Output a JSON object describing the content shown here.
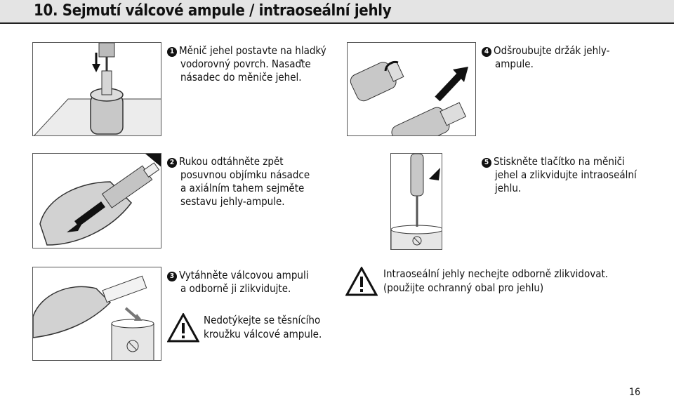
{
  "title": "10. Sejmutí válcové ampule / intraoseální jehly",
  "steps": [
    {
      "num": "1",
      "line1": "Měnič jehel postavte na hladký",
      "line2": "vodorovný povrch. Nasaďte",
      "line3": "násadec do měniče jehel."
    },
    {
      "num": "2",
      "line1": "Rukou odtáhněte zpět",
      "line2": "posuvnou objímku násadce",
      "line3": "a axiálním tahem sejměte",
      "line4": "sestavu jehly-ampule."
    },
    {
      "num": "3",
      "line1": "Vytáhněte válcovou ampuli",
      "line2": "a odborně ji zlikvidujte."
    },
    {
      "num": "4",
      "line1": "Odšroubujte držák jehly-",
      "line2": "ampule."
    },
    {
      "num": "5",
      "line1": "Stiskněte tlačítko na měniči",
      "line2": "jehel a zlikvidujte intraoseální",
      "line3": "jehlu."
    }
  ],
  "warnings": {
    "seal": {
      "line1": "Nedotýkejte se těsnícího",
      "line2": "kroužku válcové ampule."
    },
    "dispose": {
      "line1": "Intraoseální jehly nechejte odborně zlikvidovat.",
      "line2": "(použijte ochranný obal pro jehlu)"
    }
  },
  "page_number": "16",
  "icons": [
    "no-recap-symbol-icon",
    "warning-triangle-icon",
    "arrow-icon"
  ]
}
